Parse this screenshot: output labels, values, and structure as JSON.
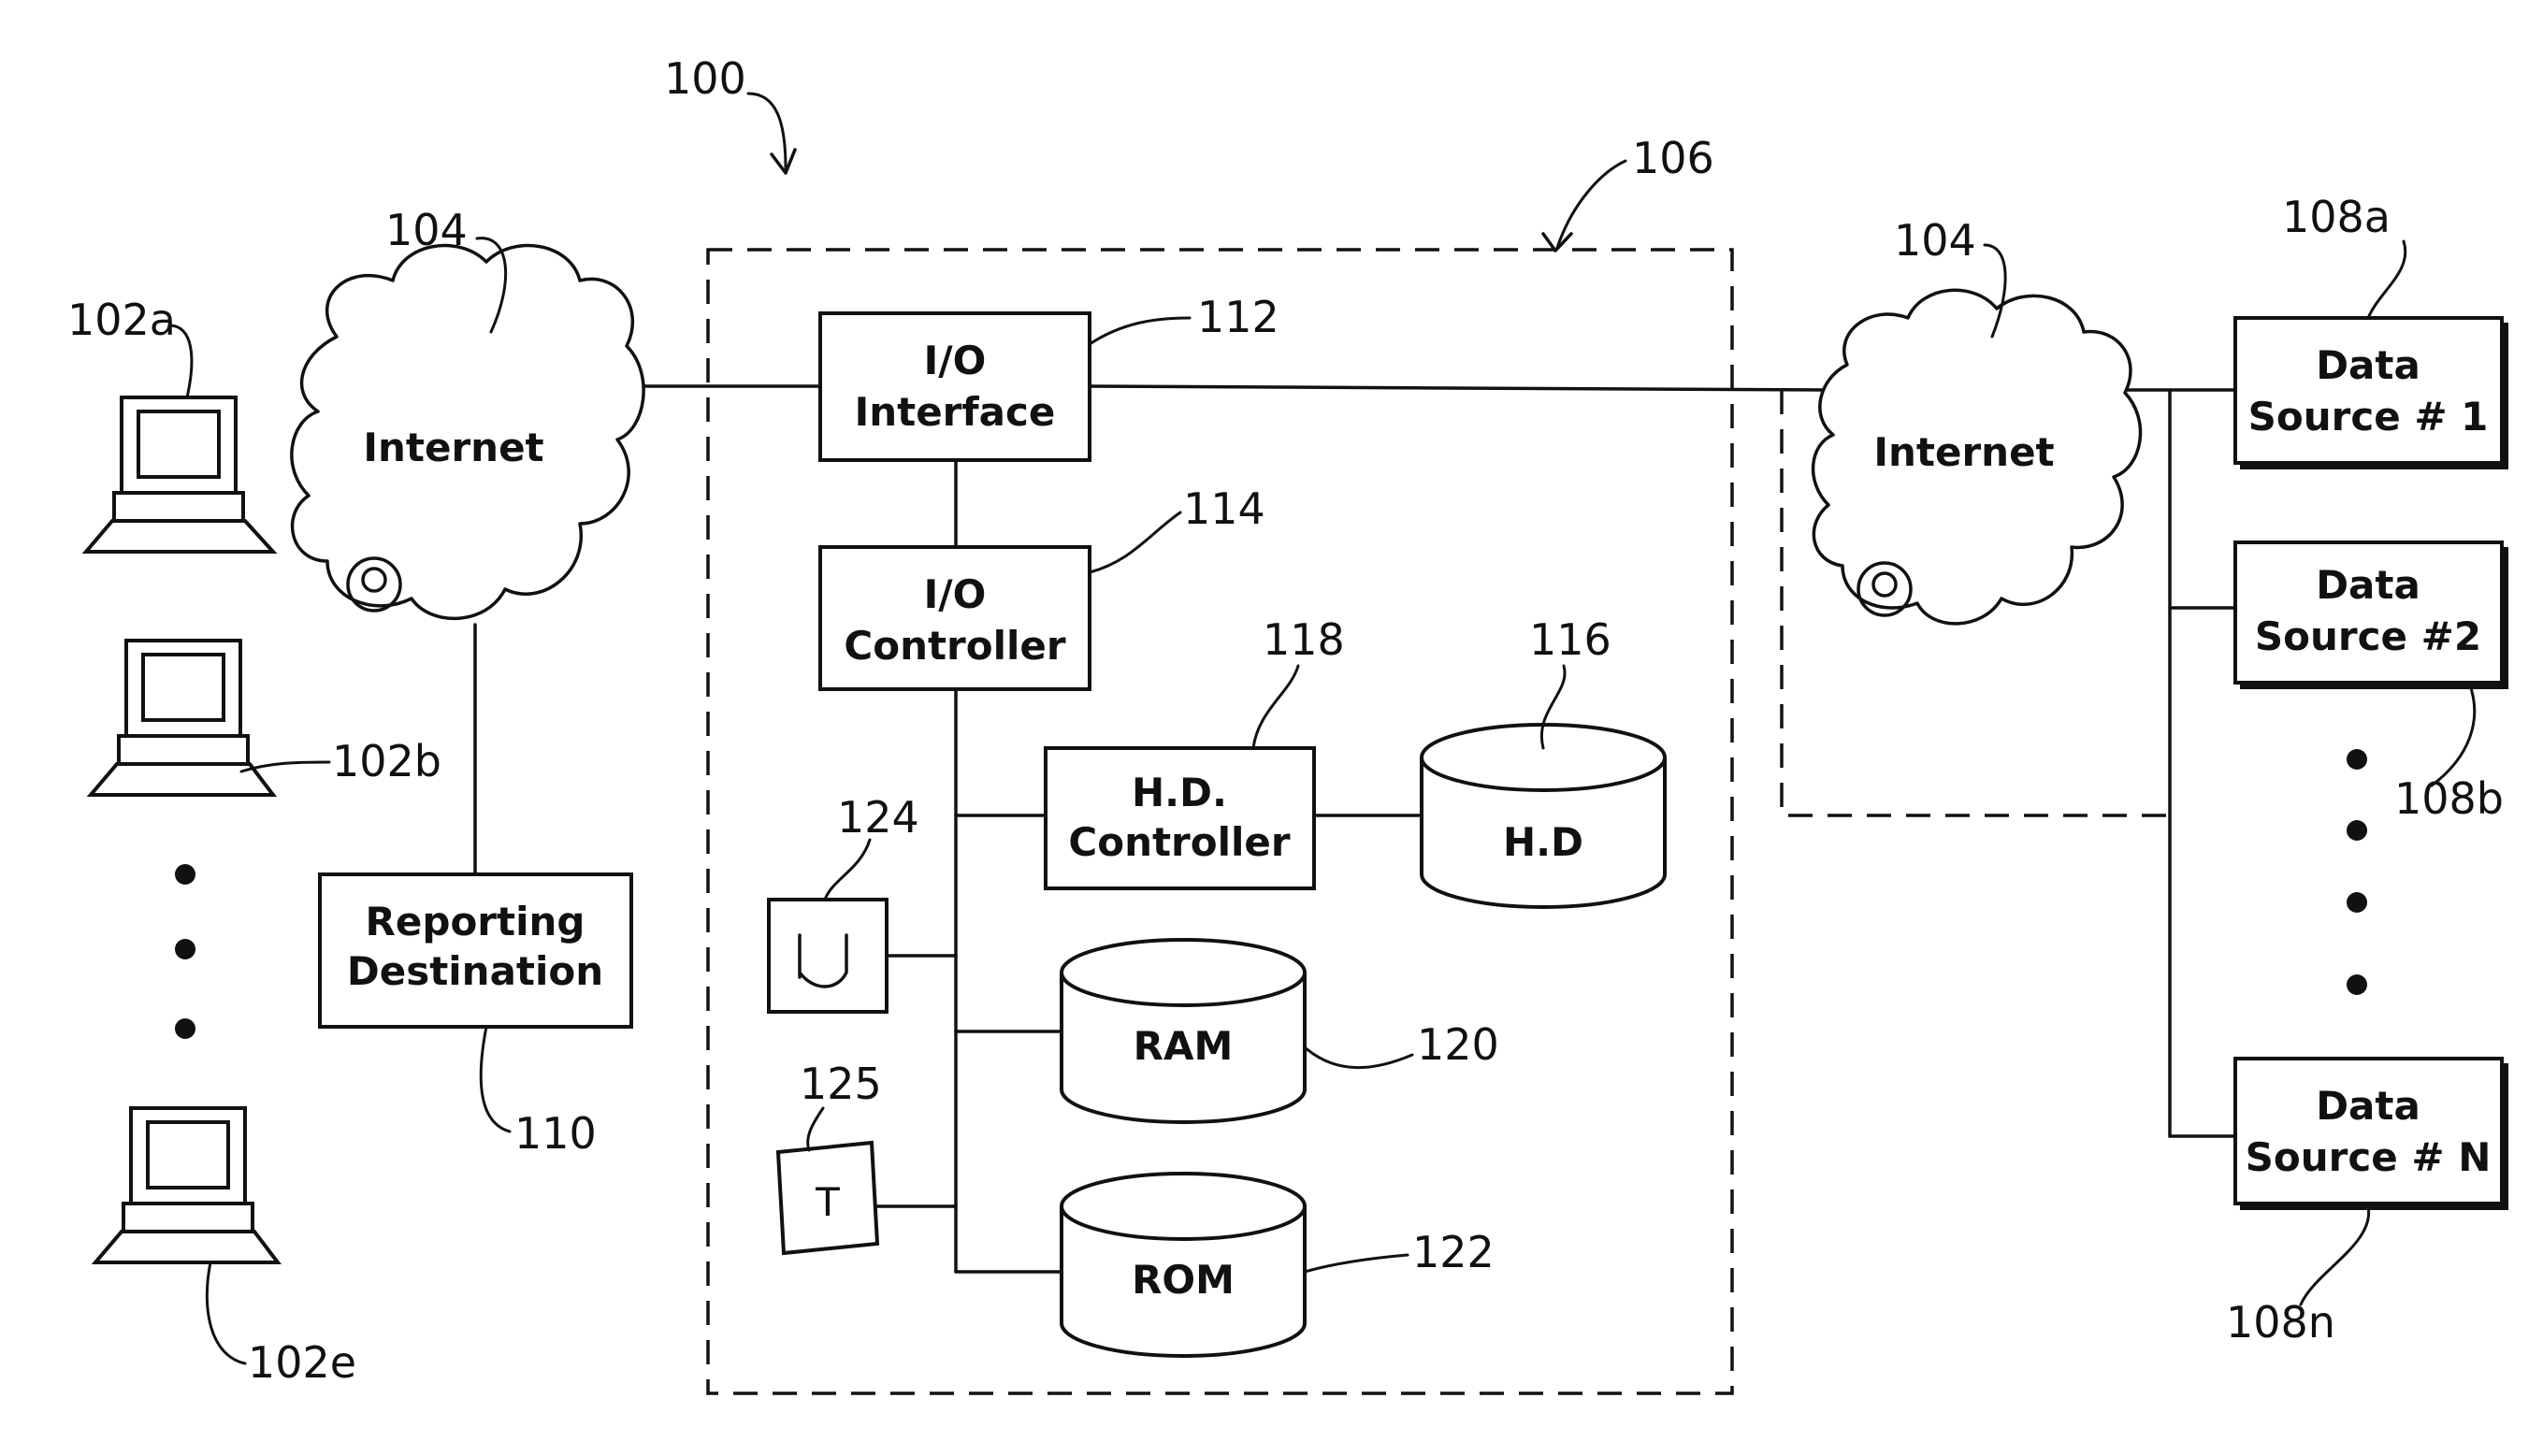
{
  "labels": {
    "ref_100": "100",
    "ref_106": "106",
    "ref_104_left": "104",
    "ref_104_right": "104",
    "ref_102a": "102a",
    "ref_102b": "102b",
    "ref_102e": "102e",
    "ref_110": "110",
    "ref_112": "112",
    "ref_114": "114",
    "ref_116": "116",
    "ref_118": "118",
    "ref_120": "120",
    "ref_122": "122",
    "ref_124": "124",
    "ref_125": "125",
    "ref_108a": "108a",
    "ref_108b": "108b",
    "ref_108n": "108n"
  },
  "nodes": {
    "internet_left": "Internet",
    "internet_right": "Internet",
    "reporting_line1": "Reporting",
    "reporting_line2": "Destination",
    "io_interface_line1": "I/O",
    "io_interface_line2": "Interface",
    "io_controller_line1": "I/O",
    "io_controller_line2": "Controller",
    "hd_controller_line1": "H.D.",
    "hd_controller_line2": "Controller",
    "hd": "H.D",
    "ram": "RAM",
    "rom": "ROM",
    "timer_symbol": "T",
    "ds1_line1": "Data",
    "ds1_line2": "Source # 1",
    "ds2_line1": "Data",
    "ds2_line2": "Source #2",
    "dsn_line1": "Data",
    "dsn_line2": "Source # N"
  }
}
